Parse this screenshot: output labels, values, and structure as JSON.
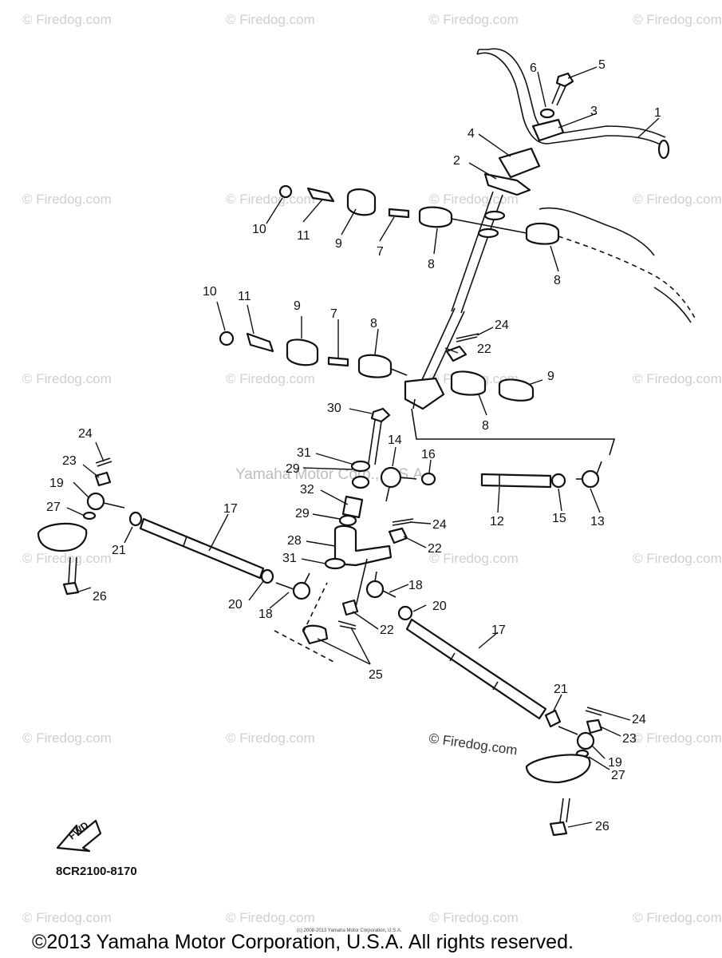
{
  "watermark": "© Firedog.com",
  "watermark_center": "Yamaha Motor Corp., U.S.A.",
  "watermark_small": "(c) 2008-2013 Yamaha Motor Corporation, U.S.A.",
  "diagram_code": "8CR2100-8170",
  "fwd_label": "FWD",
  "footer_copyright": "©2013 Yamaha Motor Corporation, U.S.A. All rights reserved.",
  "callouts": [
    "1",
    "2",
    "3",
    "4",
    "5",
    "6",
    "7",
    "7",
    "8",
    "8",
    "8",
    "8",
    "9",
    "9",
    "9",
    "10",
    "10",
    "11",
    "11",
    "12",
    "13",
    "14",
    "15",
    "16",
    "17",
    "17",
    "18",
    "18",
    "19",
    "19",
    "20",
    "20",
    "21",
    "21",
    "22",
    "22",
    "22",
    "23",
    "23",
    "24",
    "24",
    "24",
    "24",
    "25",
    "26",
    "26",
    "27",
    "27",
    "28",
    "29",
    "29",
    "30",
    "31",
    "31",
    "32"
  ]
}
